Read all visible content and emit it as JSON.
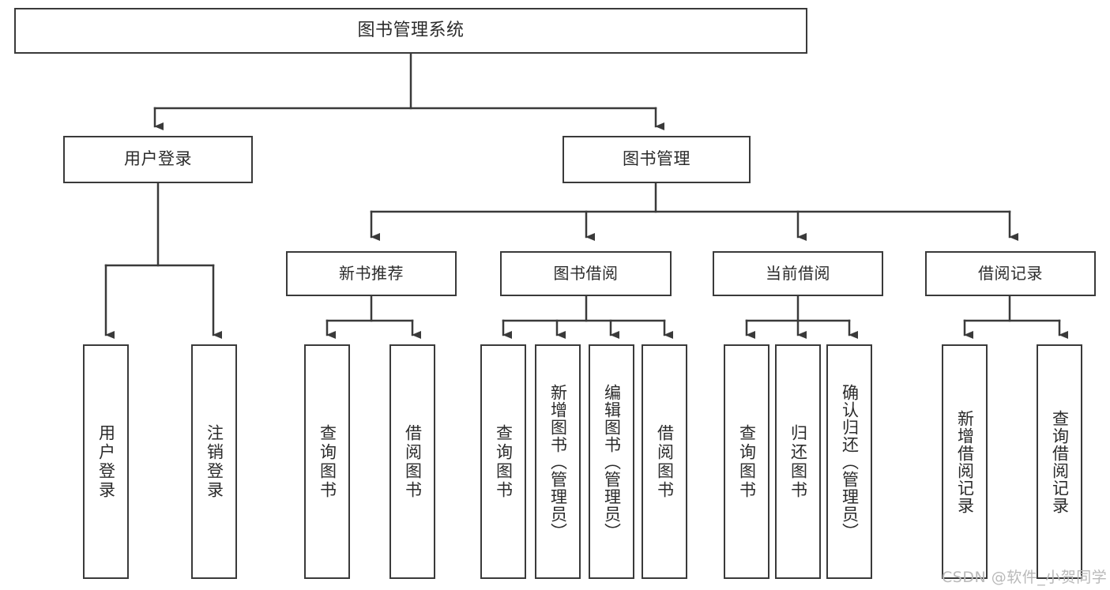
{
  "diagram": {
    "type": "tree",
    "title": "图书管理系统",
    "style": {
      "box_stroke": "#3a3a3a",
      "box_fill": "#ffffff",
      "connector_stroke": "#3a3a3a",
      "text_color": "#2b2b2b",
      "background": "#ffffff",
      "watermark_color": "#b9b9b9"
    },
    "root": {
      "label": "图书管理系统"
    },
    "level1": [
      {
        "label": "用户登录"
      },
      {
        "label": "图书管理"
      }
    ],
    "level2": [
      {
        "label": "新书推荐"
      },
      {
        "label": "图书借阅"
      },
      {
        "label": "当前借阅"
      },
      {
        "label": "借阅记录"
      }
    ],
    "leaves": {
      "user_login": [
        {
          "label": "用户登录"
        },
        {
          "label": "注销登录"
        }
      ],
      "new_book_recommend": [
        {
          "label": "查询图书"
        },
        {
          "label": "借阅图书"
        }
      ],
      "book_borrow": [
        {
          "label": "查询图书"
        },
        {
          "label": "新增图书（管理员）"
        },
        {
          "label": "编辑图书（管理员）"
        },
        {
          "label": "借阅图书"
        }
      ],
      "current_borrow": [
        {
          "label": "查询图书"
        },
        {
          "label": "归还图书"
        },
        {
          "label": "确认归还（管理员）"
        }
      ],
      "borrow_record": [
        {
          "label": "新增借阅记录"
        },
        {
          "label": "查询借阅记录"
        }
      ]
    }
  },
  "watermark": {
    "text": "CSDN @软件_小贺同学"
  }
}
